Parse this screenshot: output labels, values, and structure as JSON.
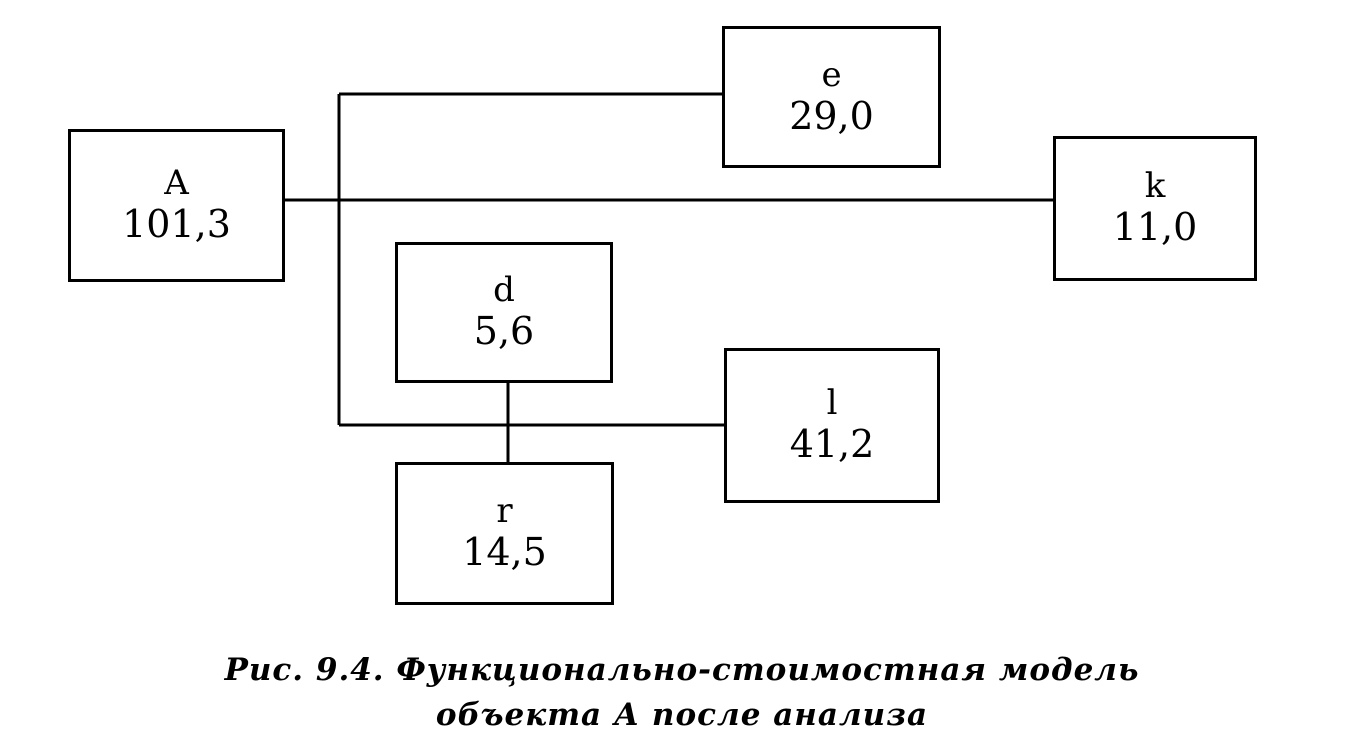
{
  "diagram": {
    "nodes": [
      {
        "id": "A",
        "label": "A",
        "value": "101,3"
      },
      {
        "id": "e",
        "label": "e",
        "value": "29,0"
      },
      {
        "id": "k",
        "label": "k",
        "value": "11,0"
      },
      {
        "id": "d",
        "label": "d",
        "value": "5,6"
      },
      {
        "id": "l",
        "label": "l",
        "value": "41,2"
      },
      {
        "id": "r",
        "label": "r",
        "value": "14,5"
      }
    ]
  },
  "caption": {
    "line1": "Рис. 9.4. Функционально-стоимостная модель",
    "line2": "объекта А после анализа"
  }
}
